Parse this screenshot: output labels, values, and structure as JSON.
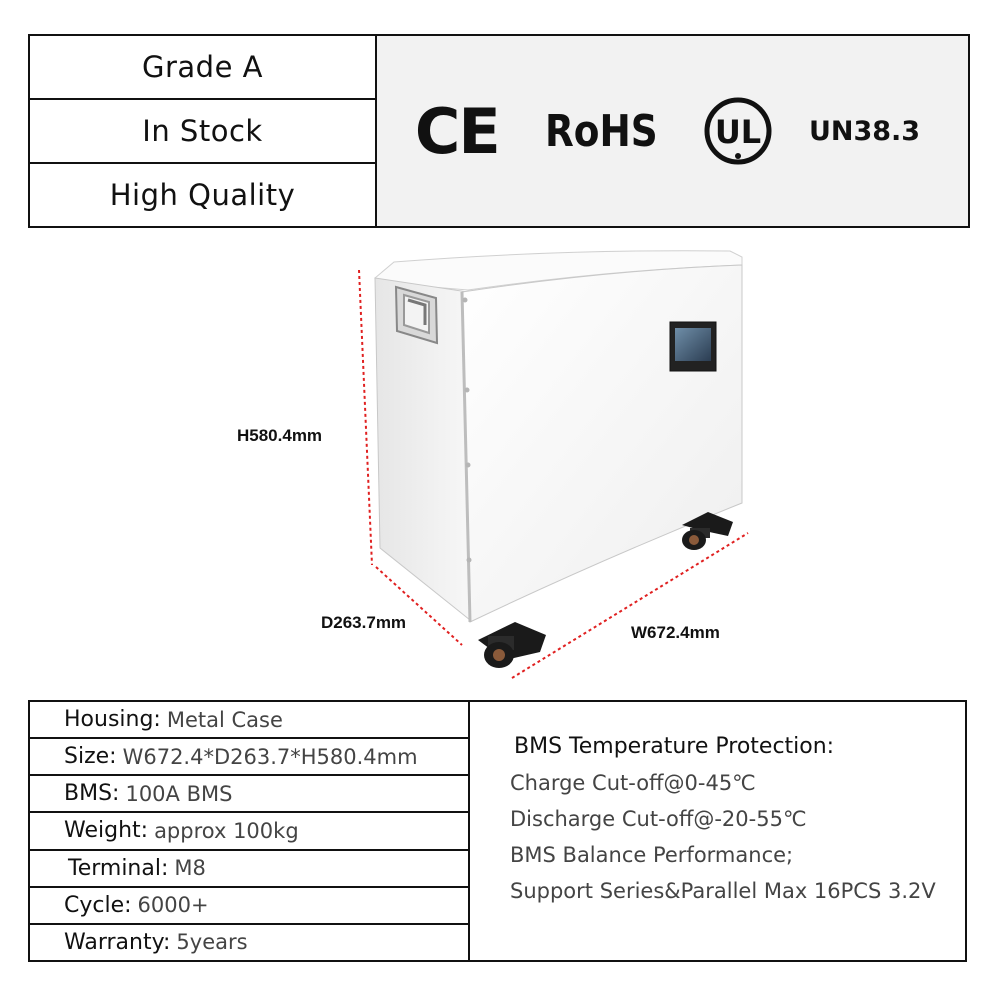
{
  "header": {
    "badges": [
      "Grade A",
      "In Stock",
      "High Quality"
    ],
    "certifications": {
      "ce": "CE",
      "rohs": "RoHS",
      "ul": "UL",
      "un": "UN38.3"
    }
  },
  "product": {
    "icon": "battery-cabinet-illustration",
    "height_label": "H580.4mm",
    "depth_label": "D263.7mm",
    "width_label": "W672.4mm",
    "dimension_line_color": "#e02020"
  },
  "specs": [
    {
      "key": "Housing:",
      "value": "Metal Case"
    },
    {
      "key": "Size:",
      "value": "W672.4*D263.7*H580.4mm"
    },
    {
      "key": "BMS:",
      "value": "100A BMS"
    },
    {
      "key": "Weight:",
      "value": "approx 100kg"
    },
    {
      "key": "Terminal:",
      "value": "M8"
    },
    {
      "key": "Cycle:",
      "value": "6000+"
    },
    {
      "key": "Warranty:",
      "value": "5years"
    }
  ],
  "bms": {
    "title": "BMS Temperature Protection:",
    "lines": [
      "Charge Cut-off@0-45℃",
      "Discharge Cut-off@-20-55℃",
      "BMS Balance Performance;",
      "Support Series&Parallel Max 16PCS 3.2V"
    ]
  }
}
